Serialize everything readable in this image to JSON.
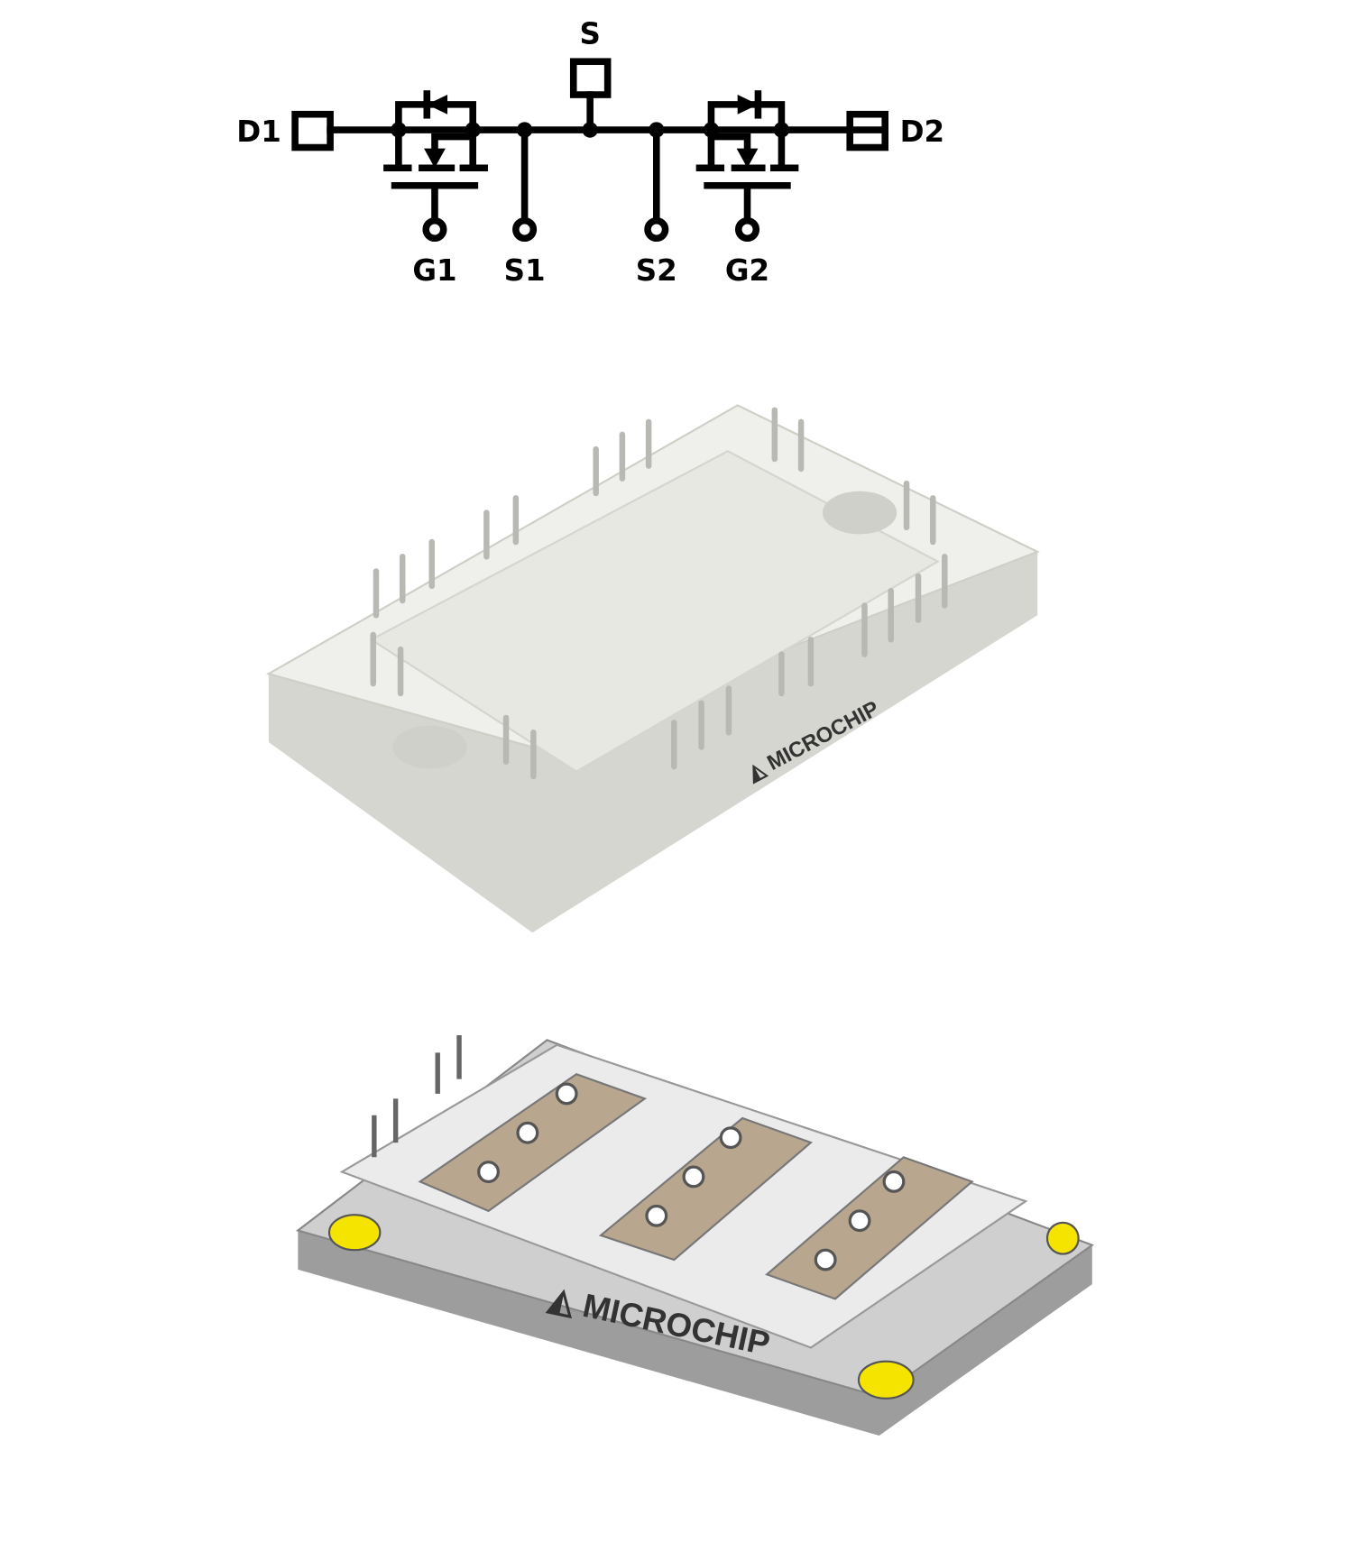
{
  "schematic": {
    "terminals": {
      "d1": "D1",
      "d2": "D2",
      "s": "S",
      "g1": "G1",
      "s1": "S1",
      "s2": "S2",
      "g2": "G2"
    },
    "line_color": "#000000"
  },
  "module_top_view": {
    "logo_text": "MICROCHIP",
    "body_color": "#eeeeea",
    "pin_color": "#c8c8c8"
  },
  "module_bottom_view": {
    "logo_text": "MICROCHIP",
    "body_color": "#d9d9d9",
    "terminal_color": "#b8a78e",
    "mount_ring_color": "#f5e400"
  }
}
